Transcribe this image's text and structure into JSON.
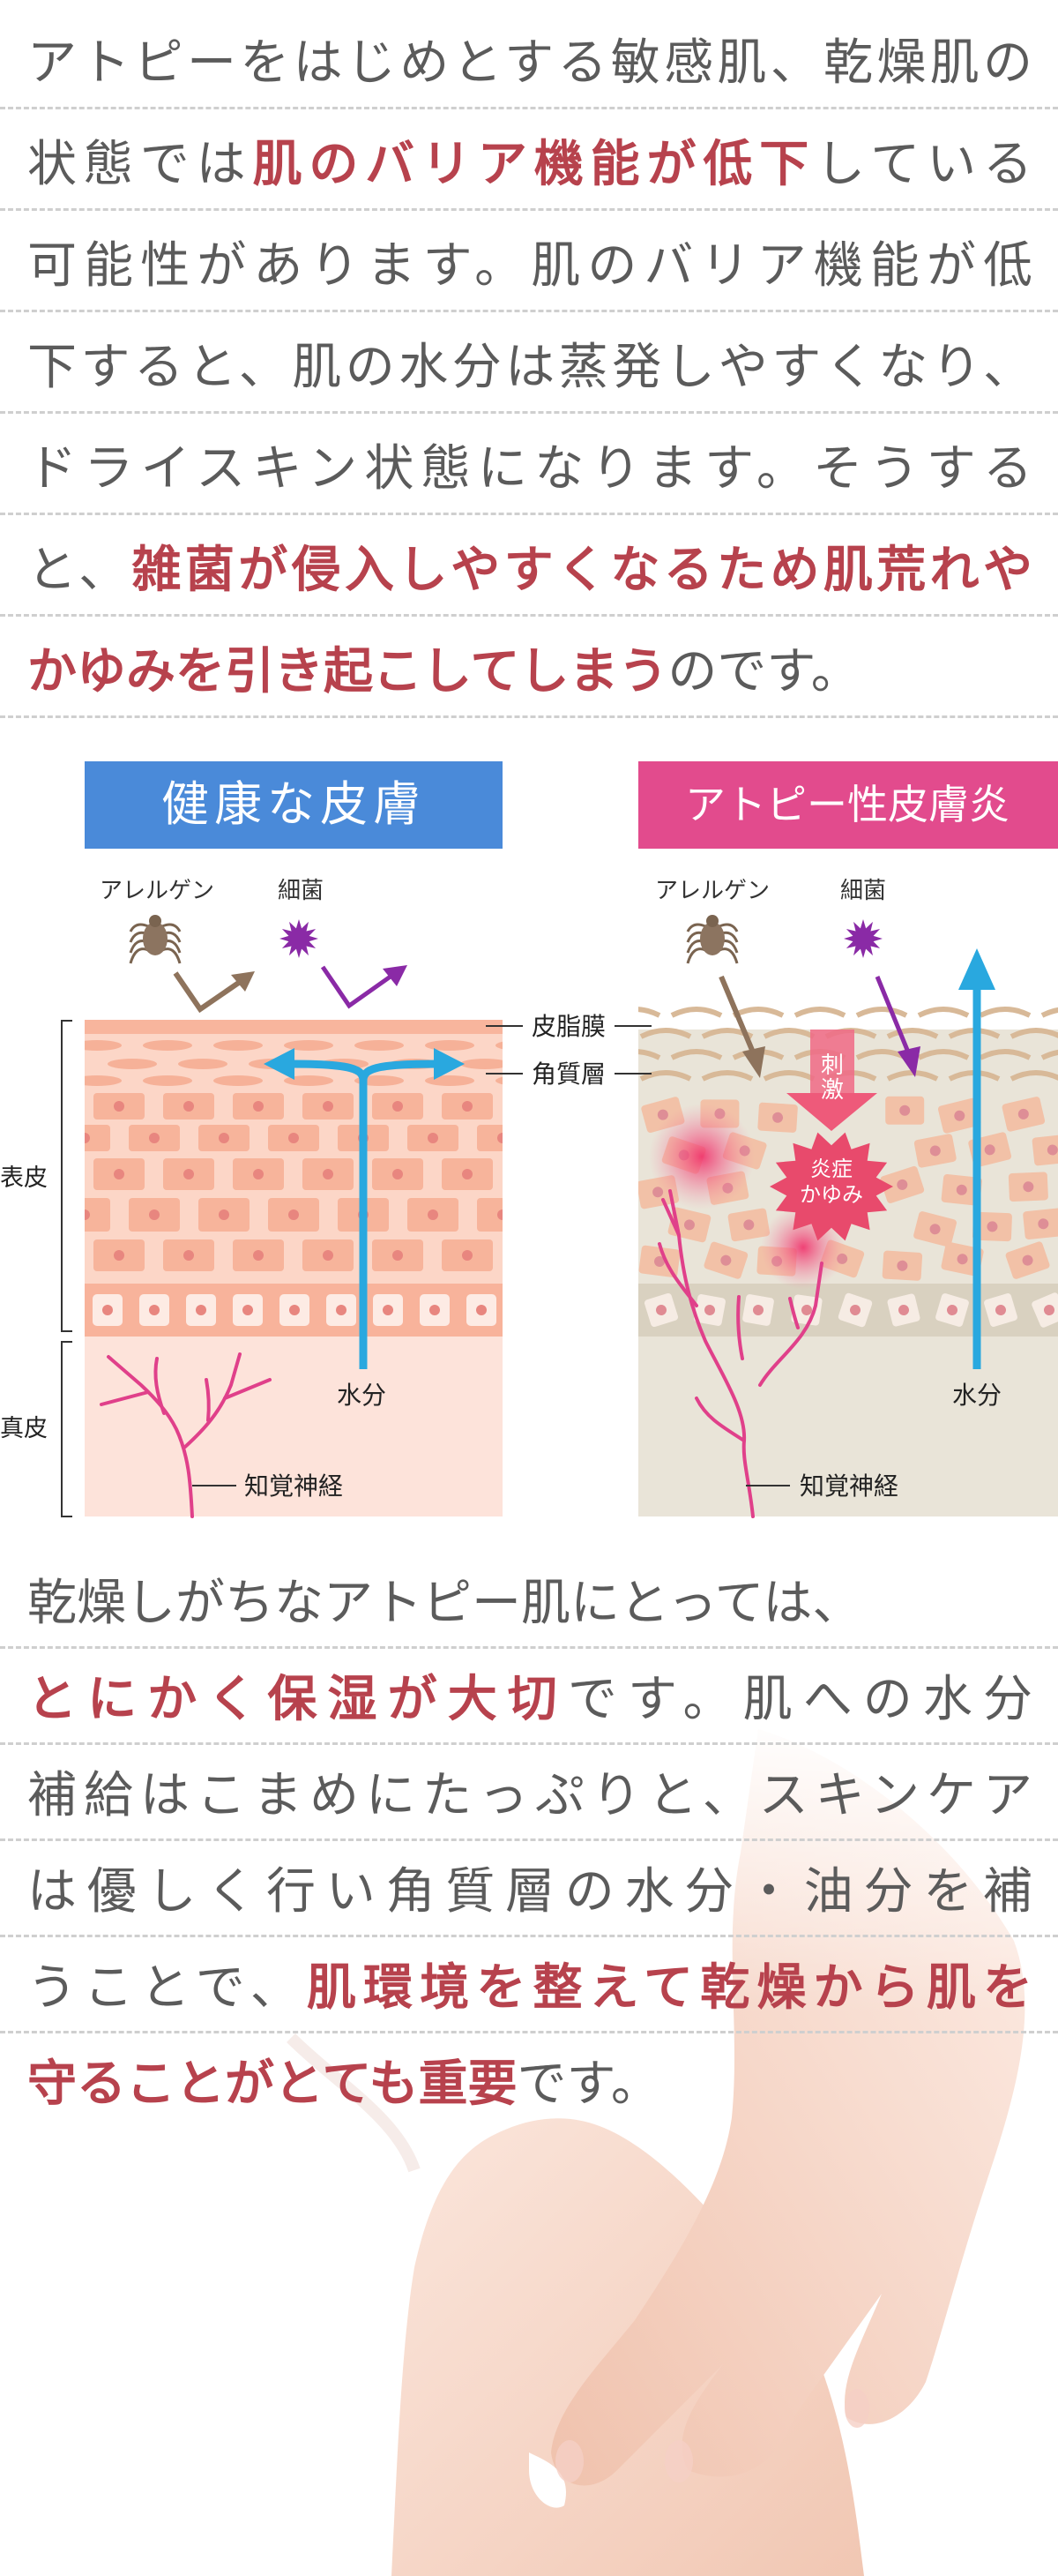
{
  "intro": {
    "lines": [
      [
        "アトピーをはじめとする敏感肌、乾燥肌の"
      ],
      [
        "状態では",
        "肌のバリア機能が低下",
        "している"
      ],
      [
        "可能性があります。肌のバリア機能が低"
      ],
      [
        "下すると、肌の水分は蒸発しやすくなり、"
      ],
      [
        "ドライスキン状態になります。そうする"
      ],
      [
        "と、",
        "雑菌が侵入しやすくなるため肌荒れや"
      ],
      [
        "かゆみを引き起こしてしまう",
        "のです。"
      ]
    ]
  },
  "diagram": {
    "healthy_title": "健康な皮膚",
    "atopic_title": "アトピー性皮膚炎",
    "allergen": "アレルゲン",
    "bacteria": "細菌",
    "sebum_membrane": "皮脂膜",
    "stratum_corneum": "角質層",
    "epidermis": "表皮",
    "dermis": "真皮",
    "moisture": "水分",
    "sensory_nerve": "知覚神経",
    "stimulus": [
      "刺",
      "激"
    ],
    "inflammation": [
      "炎症",
      "かゆみ"
    ]
  },
  "conclusion": {
    "lines": [
      [
        "乾燥しがちなアトピー肌にとっては、"
      ],
      [
        "とにかく保湿が大切",
        "です。肌への水分"
      ],
      [
        "補給はこまめにたっぷりと、スキンケア"
      ],
      [
        "は優しく行い角質層の水分・油分を補"
      ],
      [
        "うことで、",
        "肌環境を整えて乾燥から肌を"
      ],
      [
        "守ることがとても重要",
        "です。"
      ]
    ]
  },
  "colors": {
    "text": "#5b5b5b",
    "emphasis": "#b7424d",
    "healthy": "#4a8ad9",
    "atopic": "#e24b8d",
    "moisture_arrow": "#29a8df",
    "nerve": "#e0408a"
  }
}
